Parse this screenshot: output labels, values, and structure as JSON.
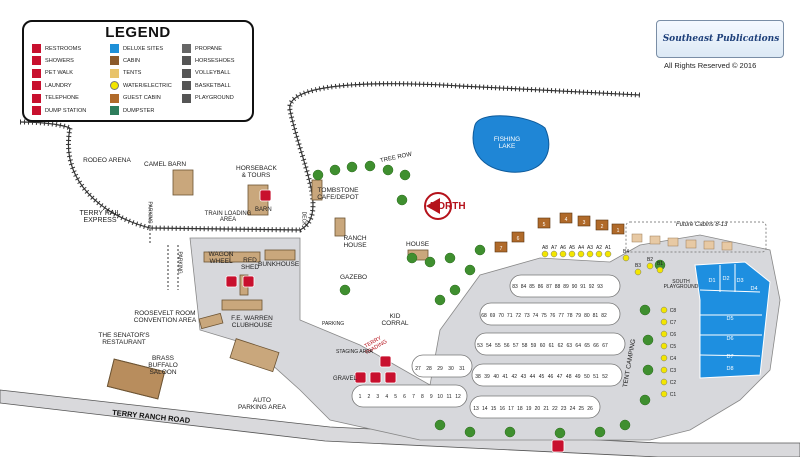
{
  "legend": {
    "title": "LEGEND",
    "items": [
      {
        "label": "RESTROOMS",
        "icon": "restroom-icon",
        "color": "#c8102e"
      },
      {
        "label": "SHOWERS",
        "icon": "shower-icon",
        "color": "#c8102e"
      },
      {
        "label": "PET WALK",
        "icon": "pet-walk-icon",
        "color": "#c8102e"
      },
      {
        "label": "LAUNDRY",
        "icon": "laundry-icon",
        "color": "#c8102e"
      },
      {
        "label": "TELEPHONE",
        "icon": "telephone-icon",
        "color": "#c8102e"
      },
      {
        "label": "DUMP STATION",
        "icon": "dump-station-icon",
        "color": "#c8102e"
      },
      {
        "label": "DELUXE SITES",
        "icon": "deluxe-site-icon",
        "color": "#1e90d8"
      },
      {
        "label": "CABIN",
        "icon": "cabin-icon",
        "color": "#8b5a2b"
      },
      {
        "label": "TENTS",
        "icon": "tent-icon",
        "color": "#e8c36a"
      },
      {
        "label": "WATER/ELECTRIC",
        "icon": "water-electric-icon",
        "color": "#f3e600"
      },
      {
        "label": "GUEST CABIN",
        "icon": "guest-cabin-icon",
        "color": "#b06a2a"
      },
      {
        "label": "DUMPSTER",
        "icon": "dumpster-icon",
        "color": "#2e7d5b"
      },
      {
        "label": "PROPANE",
        "icon": "propane-icon",
        "color": "#666666"
      },
      {
        "label": "HORSESHOES",
        "icon": "horseshoe-icon",
        "color": "#555555"
      },
      {
        "label": "VOLLEYBALL",
        "icon": "volleyball-icon",
        "color": "#555555"
      },
      {
        "label": "BASKETBALL",
        "icon": "basketball-icon",
        "color": "#555555"
      },
      {
        "label": "PLAYGROUND",
        "icon": "playground-icon",
        "color": "#555555"
      }
    ]
  },
  "publisher": {
    "name": "Southeast Publications",
    "copyright": "All Rights Reserved © 2016"
  },
  "labels": {
    "rodeo_arena": "RODEO ARENA",
    "camel_barn": "CAMEL BARN",
    "horseback_tours": "HORSEBACK & TOURS",
    "barn": "BARN",
    "terry_rail_express": "TERRY RAIL EXPRESS",
    "parking_1": "PARKING",
    "parking_2": "PARKING",
    "train_loading_area": "TRAIN LOADING AREA",
    "tree_row": "TREE ROW",
    "tombstone_cafe": "TOMBSTONE CAFE/DEPOT",
    "deck": "DECK",
    "ranch_house": "RANCH HOUSE",
    "house": "HOUSE",
    "wagon_wheel": "WAGON WHEEL",
    "red_shed": "RED SHED",
    "bunkhouse": "BUNKHOUSE",
    "gazebo": "GAZEBO",
    "fe_warren": "F.E. WARREN CLUBHOUSE",
    "roosevelt_room": "ROOSEVELT ROOM CONVENTION AREA",
    "senators_restaurant": "THE SENATOR'S RESTAURANT",
    "brass_buffalo": "BRASS BUFFALO SALOON",
    "kid_corral": "KID CORRAL",
    "terry_trading": "TERRY TRADING",
    "staging_area": "STAGING AREA",
    "parking_3": "PARKING",
    "gravel": "GRAVEL",
    "auto_parking": "AUTO PARKING AREA",
    "terry_ranch_road": "TERRY RANCH ROAD",
    "fishing_lake": "FISHING LAKE",
    "north": "NORTH",
    "future_cabins": "Future Cabins 8-13",
    "south_playground": "SOUTH PLAYGROUND",
    "tent_camping": "TENT CAMPING"
  },
  "sites": {
    "row1": [
      "83",
      "84",
      "85",
      "86",
      "87",
      "88",
      "89",
      "90",
      "91",
      "92",
      "93"
    ],
    "row2": [
      "68",
      "69",
      "70",
      "71",
      "72",
      "73",
      "74",
      "75",
      "76",
      "77",
      "78",
      "79",
      "80",
      "81",
      "82"
    ],
    "row3": [
      "53",
      "54",
      "55",
      "56",
      "57",
      "58",
      "59",
      "60",
      "61",
      "62",
      "63",
      "64",
      "65",
      "66",
      "67"
    ],
    "row4": [
      "38",
      "39",
      "40",
      "41",
      "42",
      "43",
      "44",
      "45",
      "46",
      "47",
      "48",
      "49",
      "50",
      "51",
      "52"
    ],
    "row5": [
      "27",
      "28",
      "29",
      "30",
      "31"
    ],
    "row6": [
      "13",
      "14",
      "15",
      "16",
      "17",
      "18",
      "19",
      "20",
      "21",
      "22",
      "23",
      "24",
      "25",
      "26"
    ],
    "row7": [
      "1",
      "2",
      "3",
      "4",
      "5",
      "6",
      "7",
      "8",
      "9",
      "10",
      "11",
      "12"
    ],
    "a": [
      "A8",
      "A7",
      "A6",
      "A5",
      "A4",
      "A3",
      "A2",
      "A1"
    ],
    "b": [
      "B4",
      "B3",
      "B2",
      "B1"
    ],
    "c": [
      "C8",
      "C7",
      "C6",
      "C5",
      "C4",
      "C3",
      "C2",
      "C1"
    ],
    "d": [
      "D1",
      "D2",
      "D3",
      "D4",
      "D5",
      "D6",
      "D7",
      "D8"
    ],
    "cabins": [
      "7",
      "6",
      "5",
      "4",
      "3",
      "2",
      "1"
    ]
  }
}
